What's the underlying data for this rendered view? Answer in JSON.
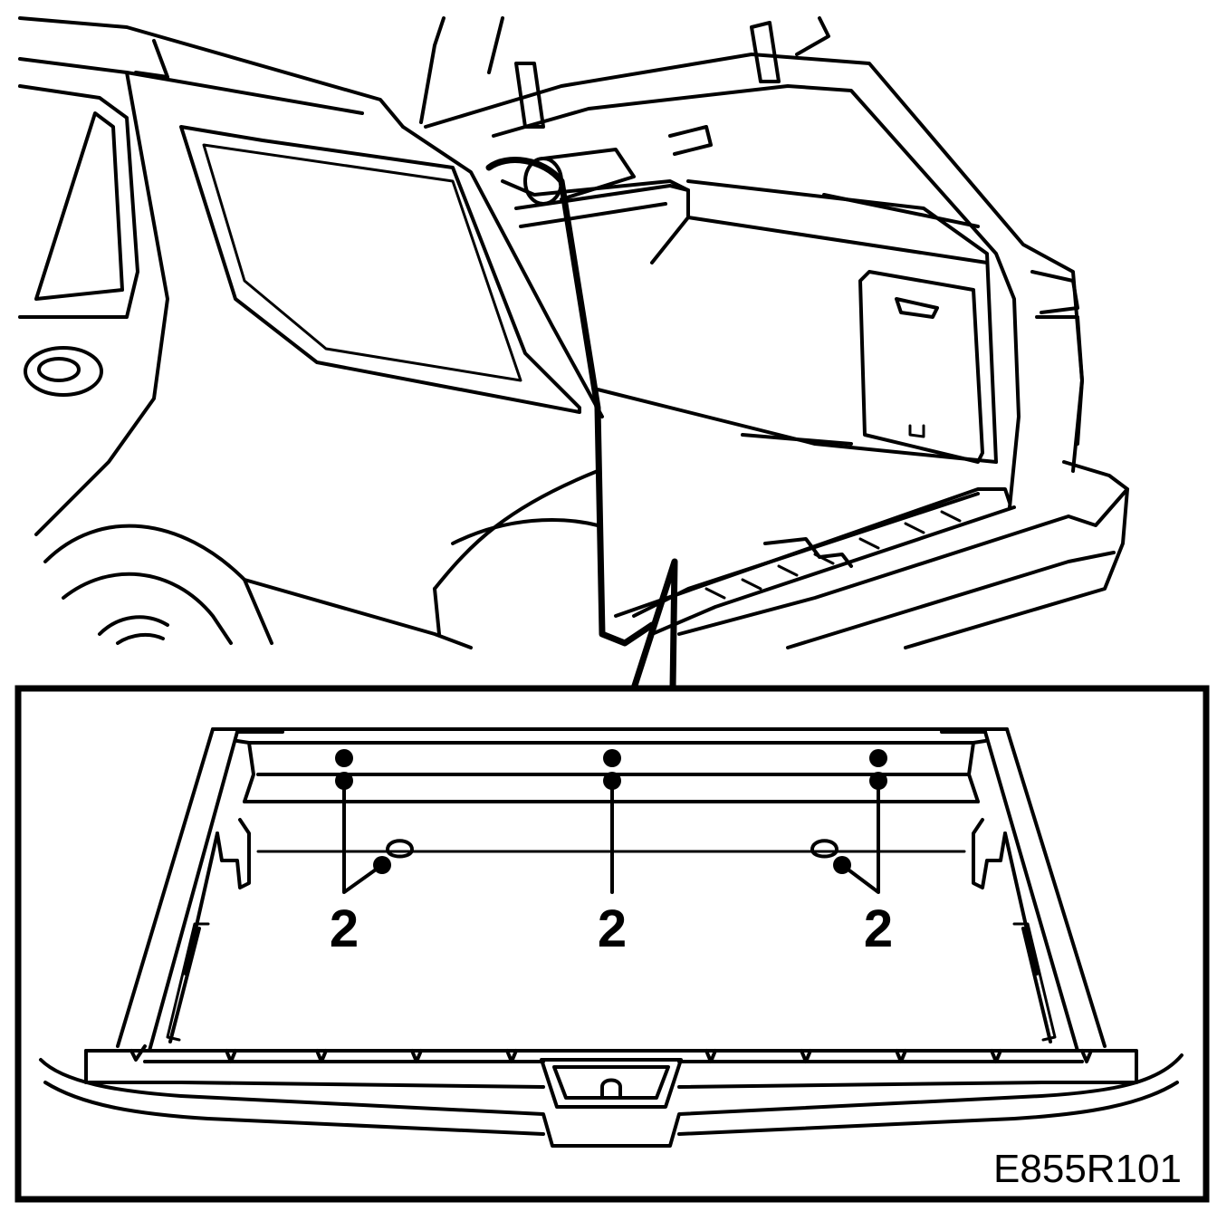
{
  "callouts": [
    {
      "label": "2"
    },
    {
      "label": "2"
    },
    {
      "label": "2"
    }
  ],
  "figure_code": "E855R101"
}
